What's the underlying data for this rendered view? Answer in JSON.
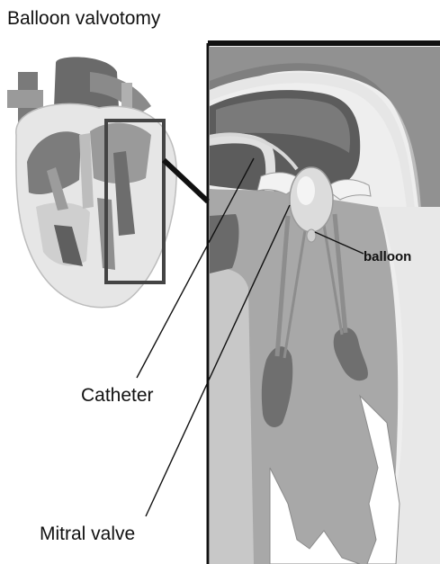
{
  "title": "Balloon valvotomy",
  "labels": {
    "balloon": "balloon",
    "catheter": "Catheter",
    "mitral_valve": "Mitral valve"
  },
  "colors": {
    "background": "#ffffff",
    "outline": "#1a1a1a",
    "tissue_light": "#e3e3e3",
    "tissue_mid": "#a9a9a9",
    "tissue_dark": "#6e6e6e",
    "chamber_dark": "#555555"
  }
}
